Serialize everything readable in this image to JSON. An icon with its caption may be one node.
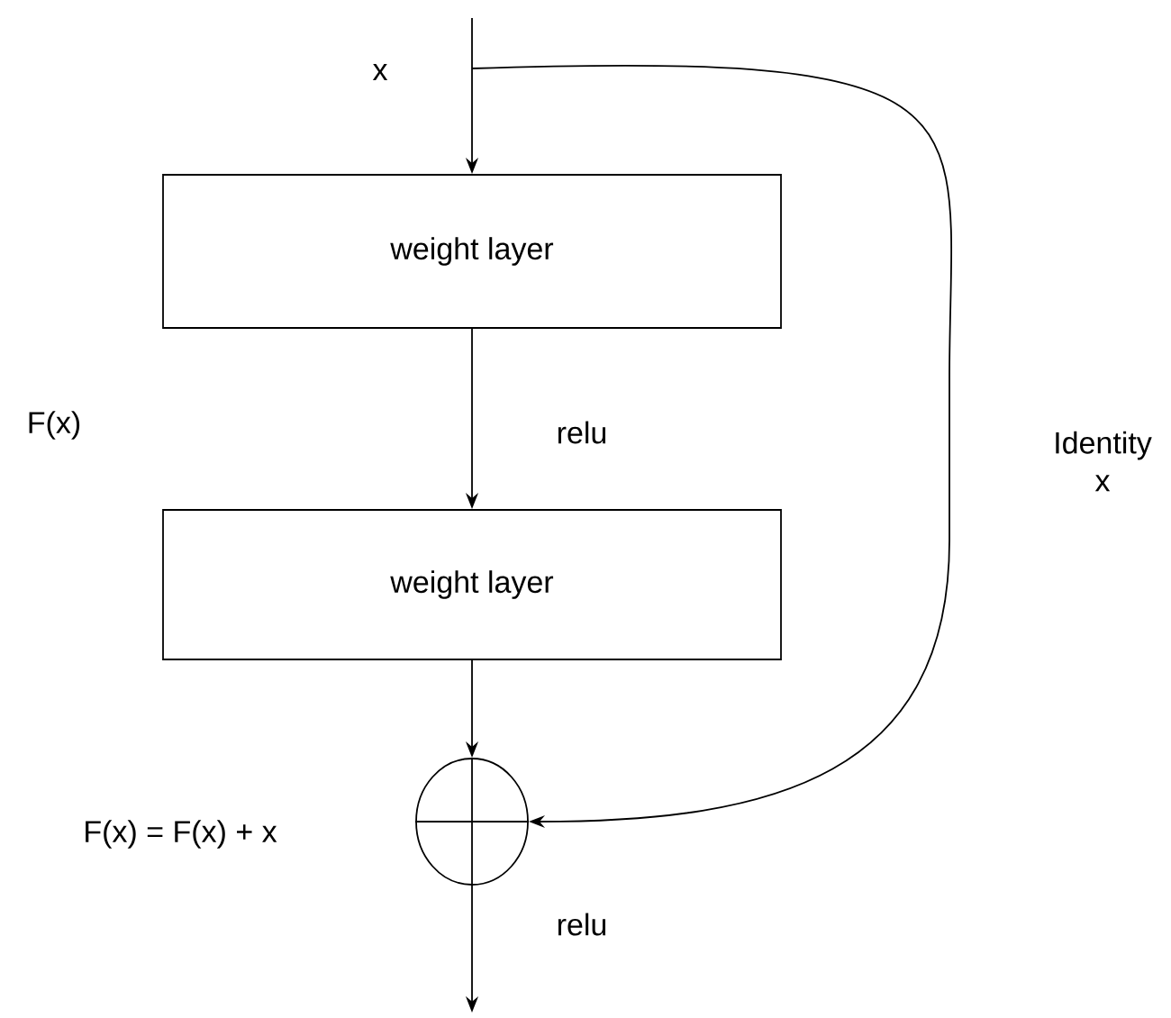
{
  "diagram": {
    "nodes": [
      {
        "text": [
          "weight layer"
        ]
      },
      {
        "text": [
          "weight layer"
        ]
      },
      {
        "text": [],
        "shape": "circle"
      }
    ],
    "edges": [
      {
        "from": null,
        "to": 0,
        "arrow": "to",
        "label": "x"
      },
      {
        "from": 0,
        "to": 1,
        "arrow": "to",
        "label": "relu"
      },
      {
        "from": 1,
        "to": 2,
        "arrow": "to"
      },
      {
        "from": 2,
        "to": null,
        "arrow": "to",
        "label": "relu"
      },
      {
        "from": null,
        "to": 2,
        "arrow": "to",
        "label": "Identity x"
      }
    ],
    "labels": [
      "F(x)",
      "F(x) = F(x) + x"
    ]
  }
}
